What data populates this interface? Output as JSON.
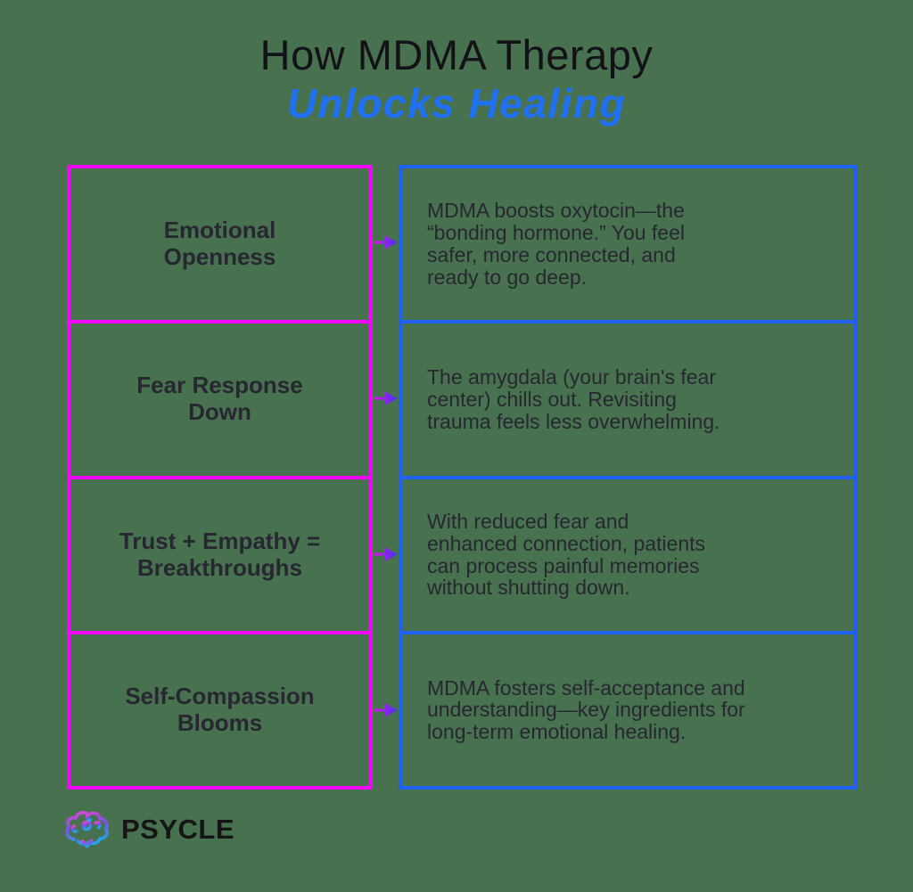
{
  "title": {
    "line1": "How MDMA Therapy",
    "line2": "Unlocks Healing"
  },
  "rows": [
    {
      "label": "Emotional\nOpenness",
      "description": "MDMA boosts oxytocin—the\n“bonding hormone.” You feel\nsafer, more connected, and\nready to go deep."
    },
    {
      "label": "Fear Response\nDown",
      "description": "The amygdala (your brain's fear\ncenter) chills out. Revisiting\ntrauma feels less overwhelming."
    },
    {
      "label": "Trust + Empathy =\nBreakthroughs",
      "description": "With reduced fear and\nenhanced connection, patients\ncan process painful memories\nwithout shutting down."
    },
    {
      "label": "Self-Compassion\nBlooms",
      "description": "MDMA fosters self-acceptance and\nunderstanding—key ingredients for\nlong-term emotional healing."
    }
  ],
  "footer": {
    "brand": "PSYCLE",
    "logo_icon": "brain-icon"
  },
  "flow": {
    "arrow_icon": "arrow-right-icon",
    "arrow_count": 4
  },
  "colors": {
    "background": "#48714F",
    "title_text": "#121218",
    "title_accent": "#2070F4",
    "body_text": "#272731",
    "left_border": "#F307FB",
    "right_border": "#1F62F3",
    "arrow_start": "#E20EF0",
    "arrow_end": "#3939EF",
    "brand_text": "#151515",
    "logo_pink": "#DF48D5",
    "logo_purple": "#7E4FE6",
    "logo_blue": "#26A0E8"
  }
}
